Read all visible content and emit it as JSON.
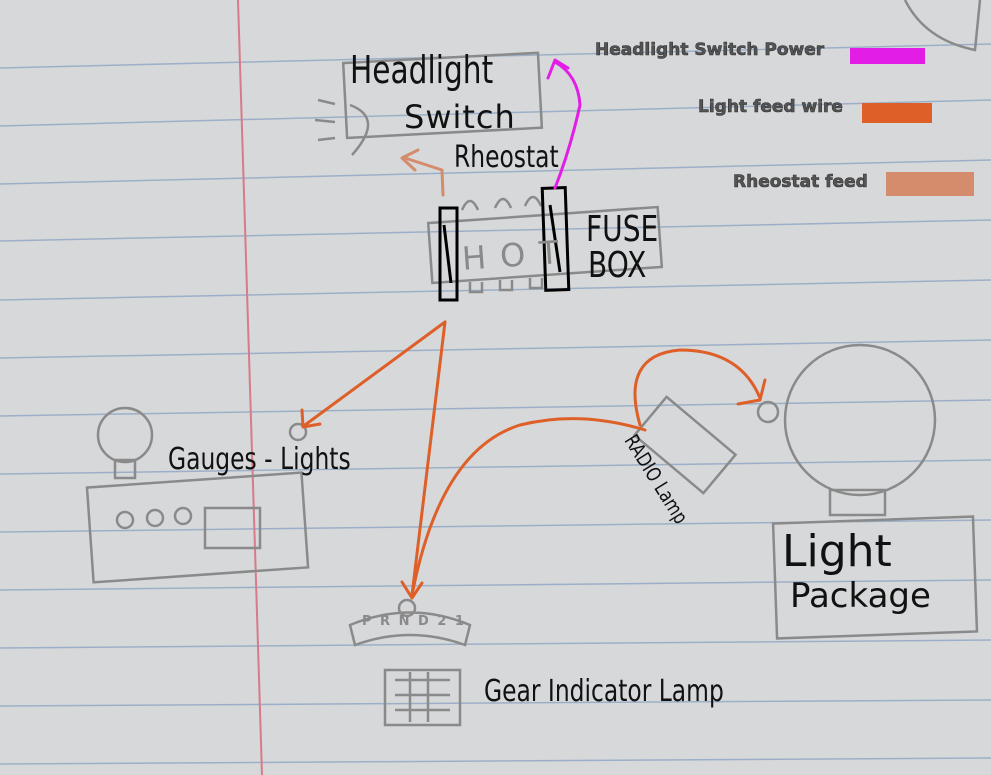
{
  "labels": {
    "headlight": "Headlight",
    "switch": "Switch",
    "rheostat": "Rheostat",
    "fuse": "FUSE",
    "box": "BOX",
    "gauges": "Gauges - Lights",
    "radio": "RADIO Lamp",
    "light": "Light",
    "package": "Package",
    "gear": "Gear Indicator Lamp"
  },
  "legend": [
    {
      "label": "Headlight Switch Power",
      "color": "#e21ee6"
    },
    {
      "label": "Light feed wire",
      "color": "#df5f28"
    },
    {
      "label": "Rheostat feed",
      "color": "#d48c6c"
    }
  ],
  "sketch_text": {
    "fuse_box": "HOT",
    "gear_selector": "P R N D 2 1"
  }
}
